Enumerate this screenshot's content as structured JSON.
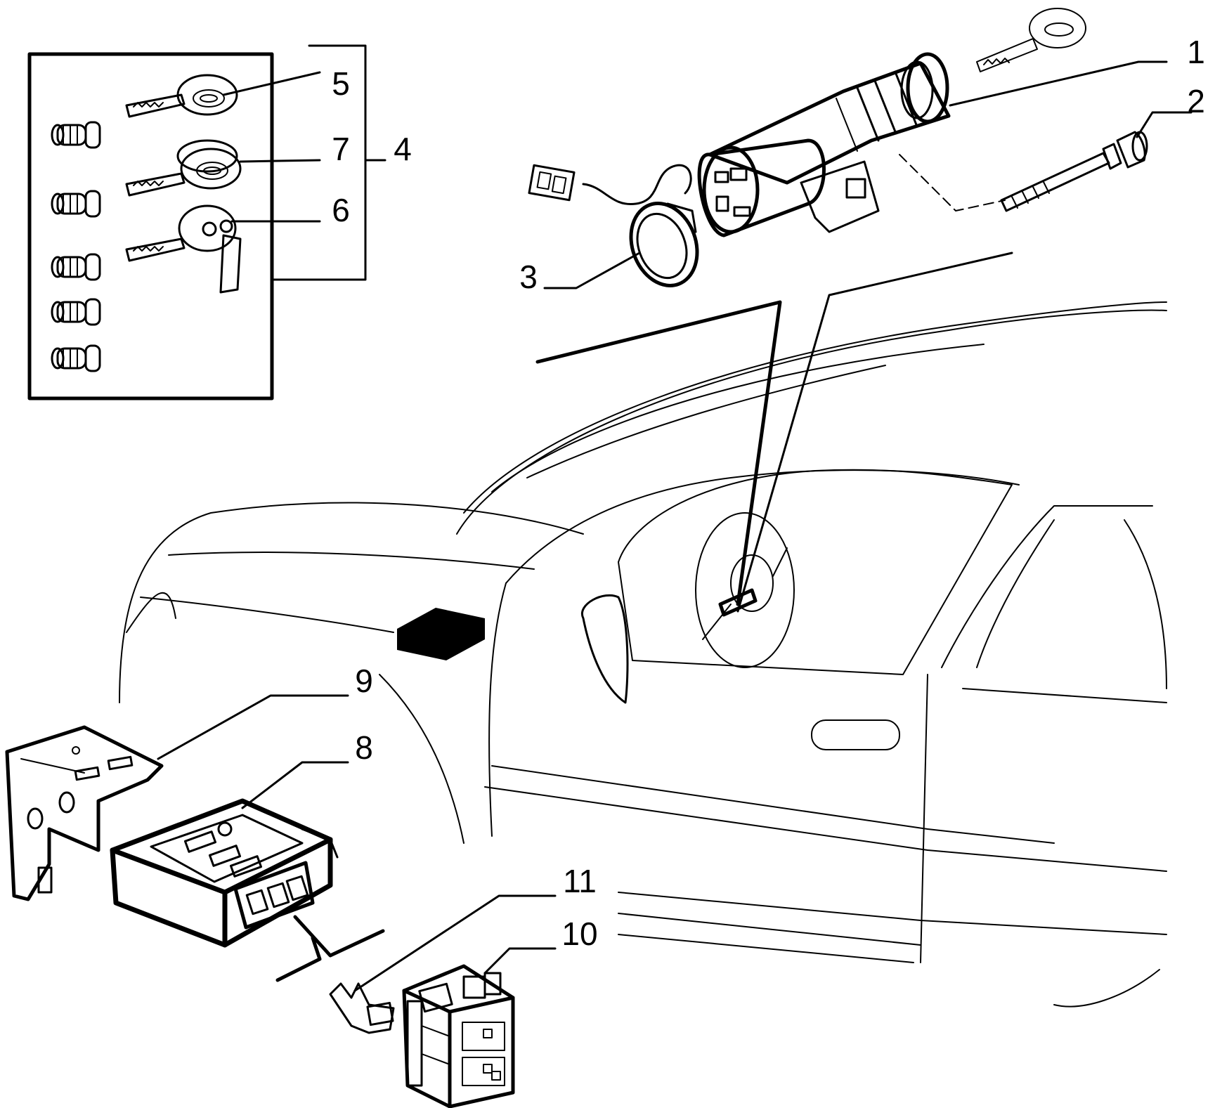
{
  "callouts": [
    {
      "id": "1",
      "label": "1"
    },
    {
      "id": "2",
      "label": "2"
    },
    {
      "id": "3",
      "label": "3"
    },
    {
      "id": "4",
      "label": "4"
    },
    {
      "id": "5",
      "label": "5"
    },
    {
      "id": "6",
      "label": "6"
    },
    {
      "id": "7",
      "label": "7"
    },
    {
      "id": "8",
      "label": "8"
    },
    {
      "id": "9",
      "label": "9"
    },
    {
      "id": "10",
      "label": "10"
    },
    {
      "id": "11",
      "label": "11"
    }
  ],
  "parts": [
    {
      "callout": "1",
      "icon": "ignition-lock-cylinder-icon"
    },
    {
      "callout": "2",
      "icon": "bolt-icon"
    },
    {
      "callout": "3",
      "icon": "antenna-ring-icon"
    },
    {
      "callout": "4",
      "icon": "lock-set-bracket-icon"
    },
    {
      "callout": "5",
      "icon": "key-icon"
    },
    {
      "callout": "6",
      "icon": "key-with-tag-icon"
    },
    {
      "callout": "7",
      "icon": "key-icon"
    },
    {
      "callout": "8",
      "icon": "control-unit-icon"
    },
    {
      "callout": "9",
      "icon": "mounting-bracket-icon"
    },
    {
      "callout": "10",
      "icon": "connector-block-icon"
    },
    {
      "callout": "11",
      "icon": "terminal-icon"
    }
  ]
}
